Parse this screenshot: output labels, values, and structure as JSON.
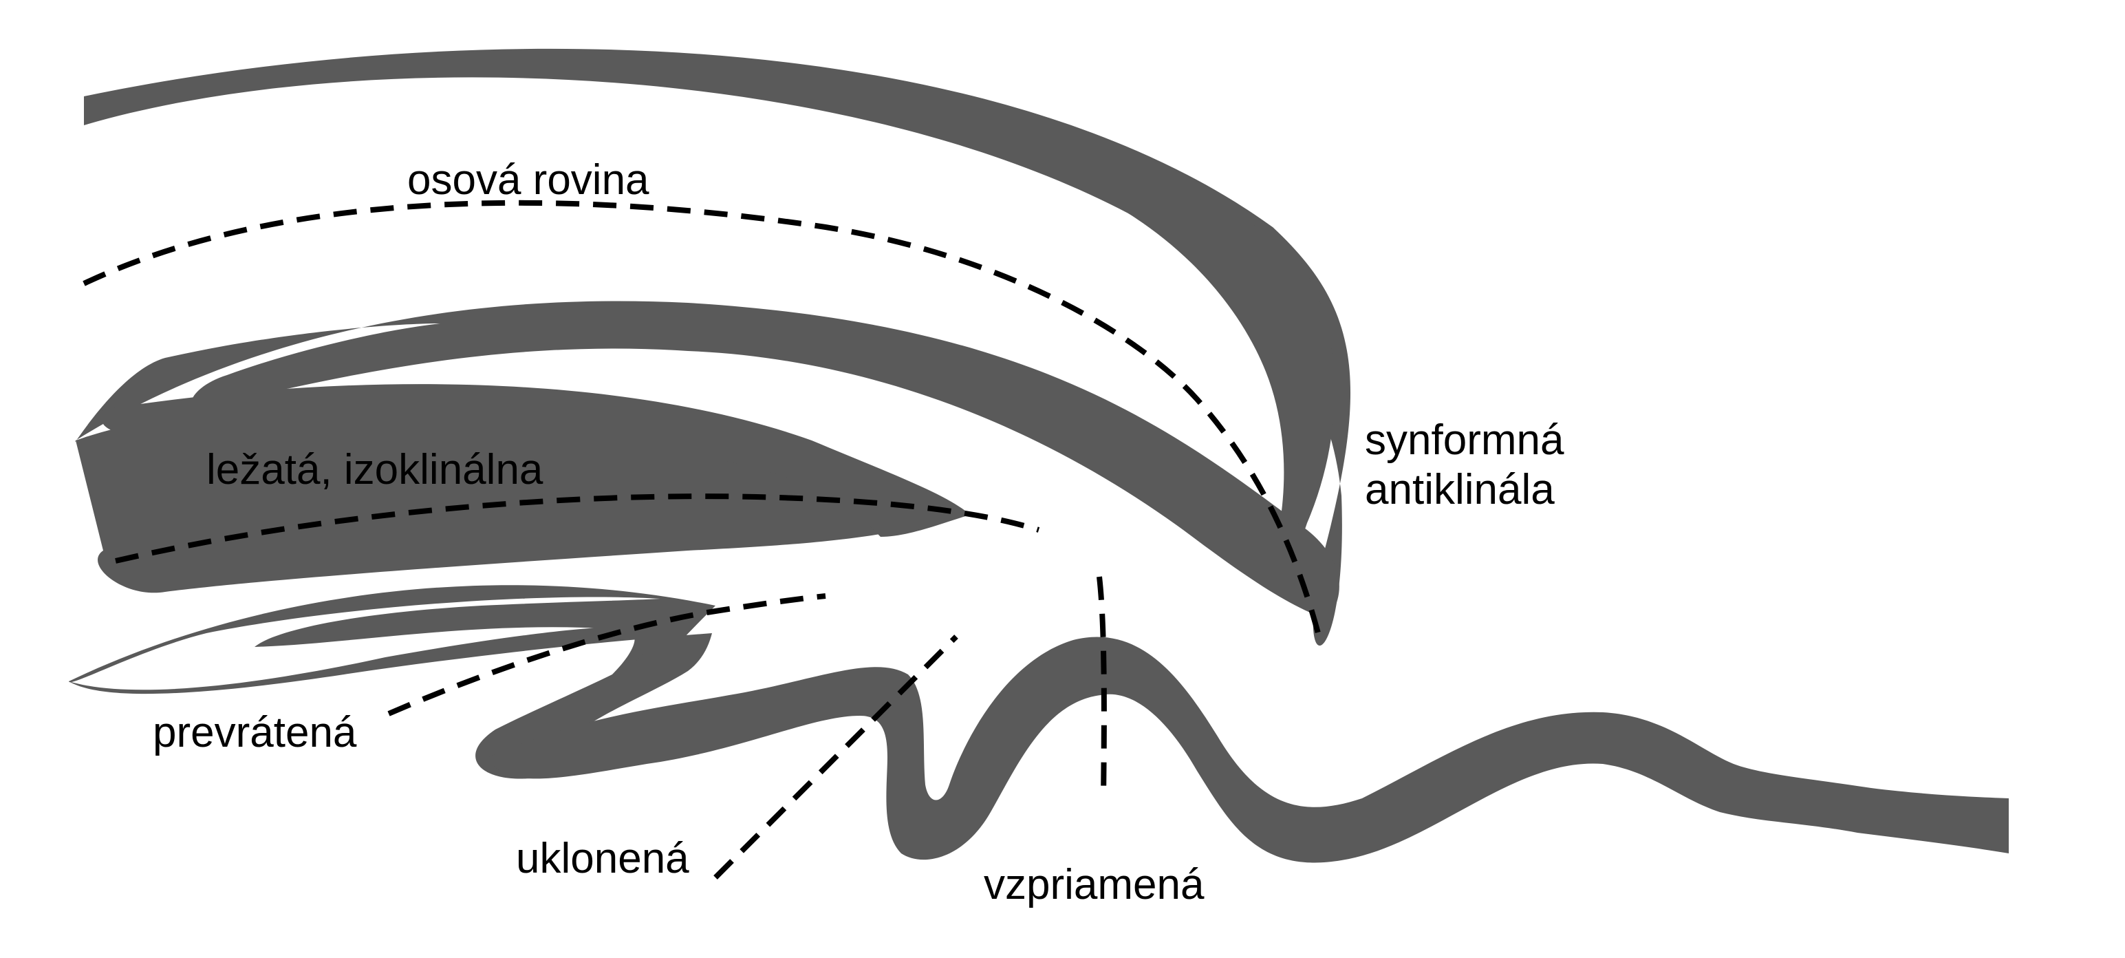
{
  "colors": {
    "background": "#ffffff",
    "layer_fill": "#5a5a5a",
    "axial_plane_line": "#000000"
  },
  "labels": {
    "axial_plane": "osová rovina",
    "synformal_anticline_line1": "synformná",
    "synformal_anticline_line2": "antiklinála",
    "recumbent_isoclinal": "ležatá, izoklinálna",
    "overturned": "prevrátená",
    "inclined": "uklonená",
    "upright": "vzpriamená"
  }
}
